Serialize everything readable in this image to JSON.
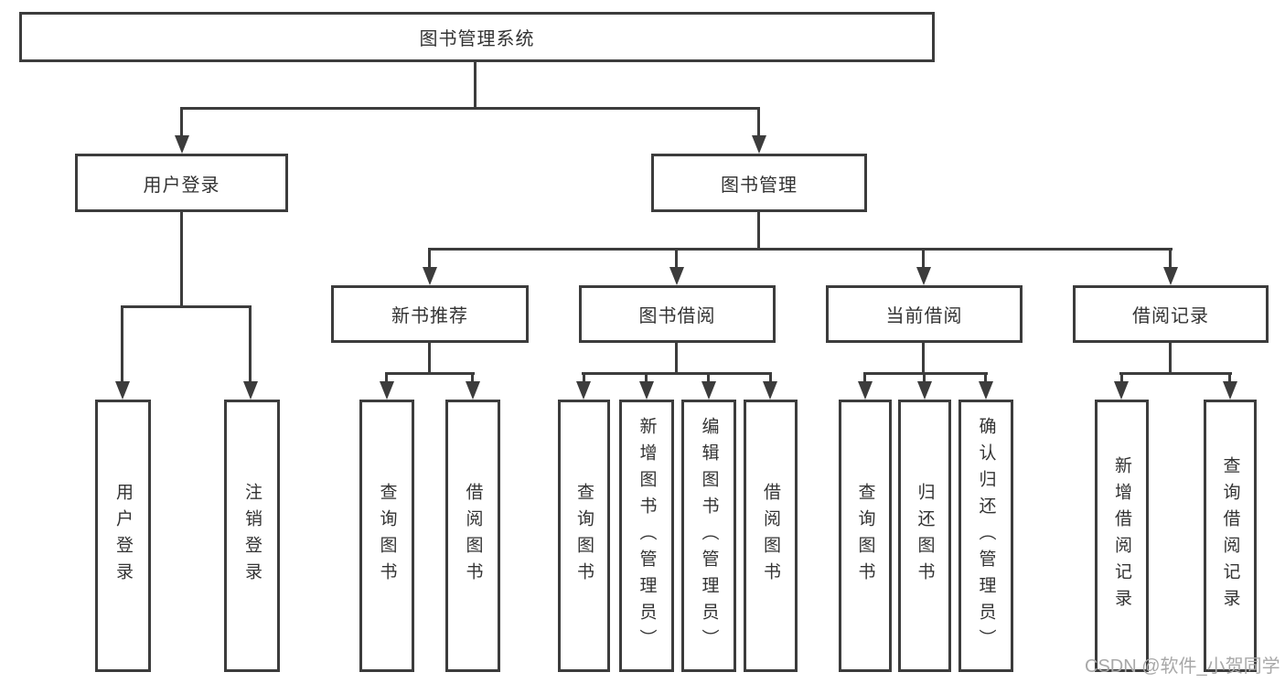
{
  "tree": {
    "label": "图书管理系统",
    "children": [
      {
        "label": "用户登录",
        "children": [
          {
            "label": "用户登录"
          },
          {
            "label": "注销登录"
          }
        ]
      },
      {
        "label": "图书管理",
        "children": [
          {
            "label": "新书推荐",
            "children": [
              {
                "label": "查询图书"
              },
              {
                "label": "借阅图书"
              }
            ]
          },
          {
            "label": "图书借阅",
            "children": [
              {
                "label": "查询图书"
              },
              {
                "label": "新增图书（管理员）"
              },
              {
                "label": "编辑图书（管理员）"
              },
              {
                "label": "借阅图书"
              }
            ]
          },
          {
            "label": "当前借阅",
            "children": [
              {
                "label": "查询图书"
              },
              {
                "label": "归还图书"
              },
              {
                "label": "确认归还（管理员）"
              }
            ]
          },
          {
            "label": "借阅记录",
            "children": [
              {
                "label": "新增借阅记录"
              },
              {
                "label": "查询借阅记录"
              }
            ]
          }
        ]
      }
    ]
  },
  "watermark": "CSDN @软件_小贺同学",
  "colors": {
    "line": "#3c3c3c",
    "text": "#333333",
    "background": "#ffffff",
    "watermark": "#a8a8a8"
  }
}
